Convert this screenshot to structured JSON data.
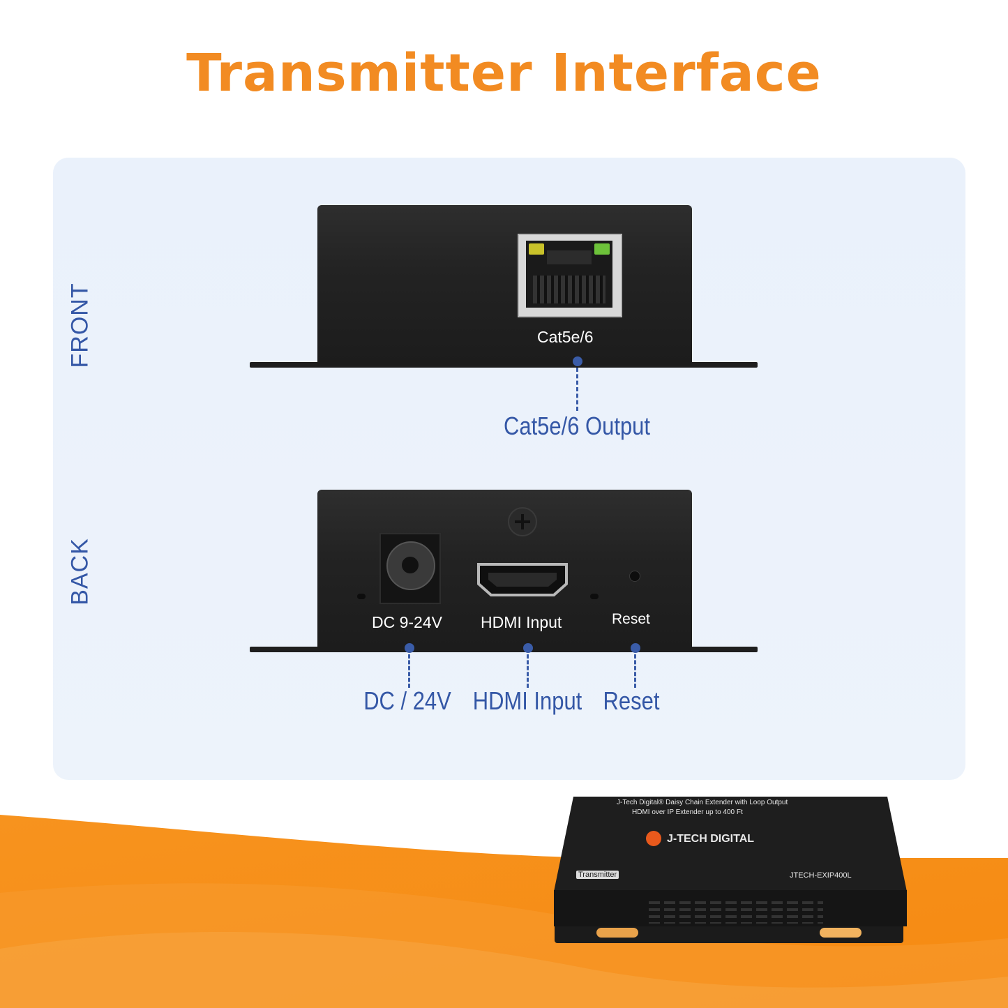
{
  "title": "Transmitter Interface",
  "colors": {
    "accent": "#f28b22",
    "label_blue": "#3457a6",
    "panel_bg": "#eaf1fb"
  },
  "front": {
    "side_label": "FRONT",
    "port_label": "Cat5e/6",
    "callout": "Cat5e/6 Output"
  },
  "back": {
    "side_label": "BACK",
    "port_labels": [
      "DC 9-24V",
      "HDMI Input",
      "Reset"
    ],
    "callouts": [
      "DC / 24V",
      "HDMI Input",
      "Reset"
    ]
  },
  "product": {
    "top_line1": "J-Tech Digital® Daisy Chain Extender with Loop Output",
    "top_line2": "HDMI over IP Extender up to 400 Ft",
    "brand": "J-TECH DIGITAL",
    "badge": "Transmitter",
    "model": "JTECH-EXIP400L"
  }
}
